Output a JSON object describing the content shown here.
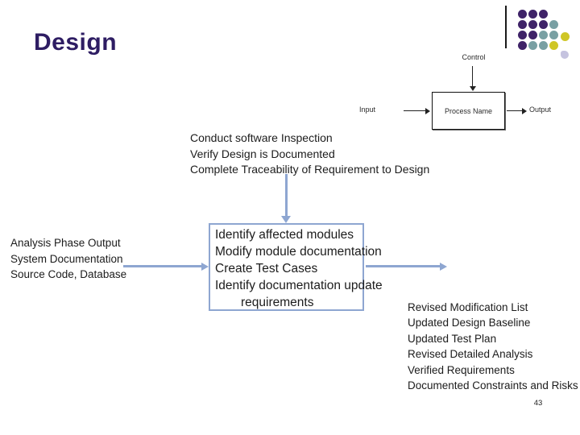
{
  "slide": {
    "title": "Design",
    "page_number": "43"
  },
  "process_diagram": {
    "control_label": "Control",
    "input_label": "Input",
    "process_label": "Process Name",
    "output_label": "Output"
  },
  "middle_text": {
    "lines": [
      "Conduct software Inspection",
      "Verify Design is Documented",
      "Complete Traceability of Requirement to Design"
    ]
  },
  "left_text": {
    "lines": [
      "Analysis Phase Output",
      "System Documentation",
      "Source Code, Database"
    ]
  },
  "activity_box": {
    "lines": [
      "Identify affected modules",
      "Modify module documentation",
      "Create Test Cases",
      "Identify documentation update",
      "requirements"
    ]
  },
  "right_text": {
    "lines": [
      "Revised Modification List",
      "Updated Design Baseline",
      "Updated Test Plan",
      "Revised Detailed Analysis",
      "Verified Requirements",
      "Documented Constraints and Risks"
    ]
  },
  "colors": {
    "title": "#2e1d63",
    "flow_arrow_blue": "#8ea6d1",
    "dot_purple": "#3f2368",
    "dot_teal": "#79a0a3",
    "dot_yellow": "#cfc626",
    "dot_lavender": "#c5c3df",
    "diagram_black": "#222222"
  }
}
